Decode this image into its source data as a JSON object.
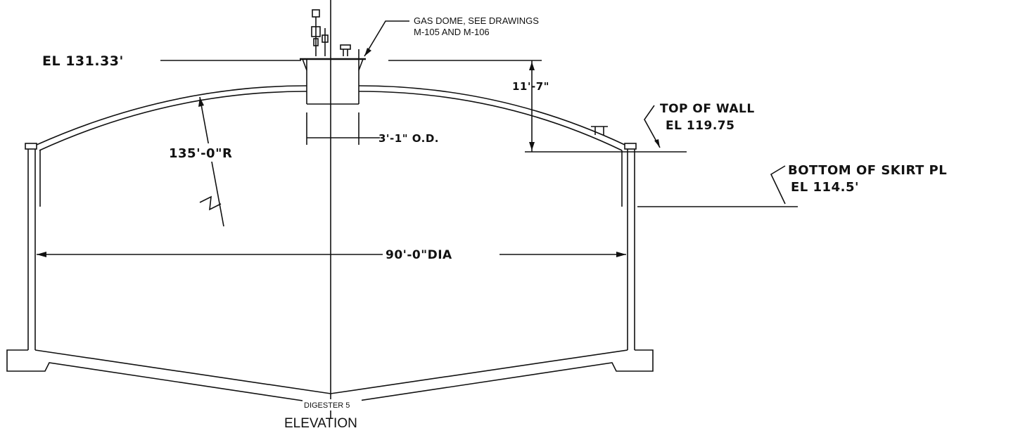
{
  "drawing": {
    "callouts": {
      "gas_dome_line1": "GAS DOME, SEE DRAWINGS",
      "gas_dome_line2": "M-105 AND M-106",
      "el_top": "EL 131.33'",
      "height_dim": "11'-7\"",
      "radius": "135'-0\"R",
      "dome_od": "3'-1\" O.D.",
      "top_of_wall": "TOP OF WALL",
      "top_of_wall_el": "EL 119.75",
      "bottom_skirt": "BOTTOM OF SKIRT PL",
      "bottom_skirt_el": "EL 114.5'",
      "diameter": "90'-0\"DIA"
    },
    "caption": {
      "subtitle": "DIGESTER 5",
      "title": "ELEVATION"
    }
  }
}
